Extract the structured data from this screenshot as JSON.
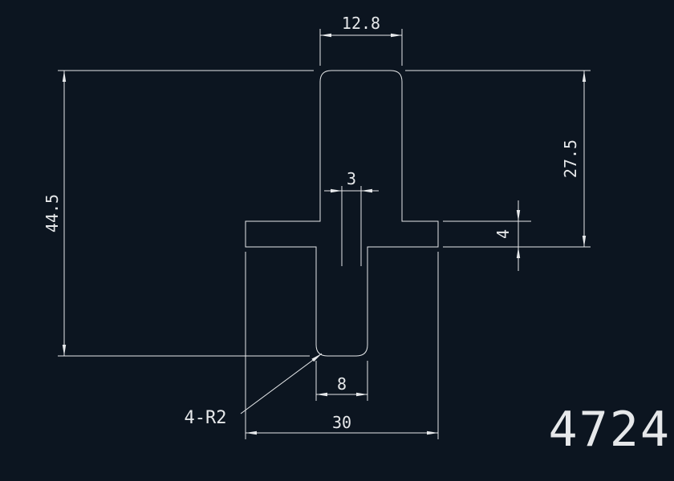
{
  "drawing": {
    "part_number": "4724",
    "fillet_note": "4-R2",
    "dimensions": {
      "top_width": "12.8",
      "overall_height": "44.5",
      "upper_height": "27.5",
      "center_offset": "3",
      "arm_thickness": "4",
      "stem_width": "8",
      "overall_width": "30"
    },
    "colors": {
      "background": "#0c1520",
      "line": "#e6e8ea",
      "part_number": "#868d95"
    }
  }
}
